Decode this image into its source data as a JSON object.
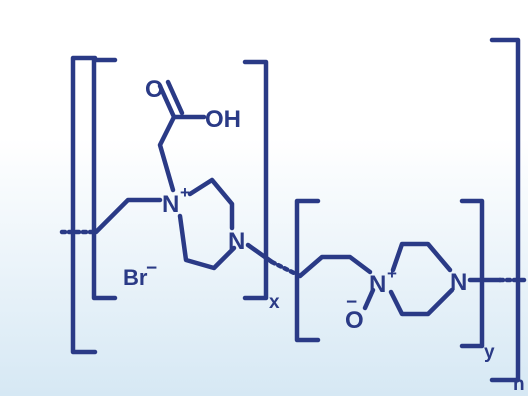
{
  "structure": {
    "atoms": {
      "carbonyl_oxygen": "O",
      "hydroxyl": "OH",
      "quaternary_nitrogen": "N",
      "quaternary_charge": "+",
      "piperazine_nitrogen": "N",
      "counterion": "Br",
      "counterion_charge": "−",
      "noxide_nitrogen": "N",
      "noxide_charge": "+",
      "noxide_oxygen": "O",
      "noxide_oxygen_charge": "−",
      "second_piperazine_nitrogen": "N"
    },
    "subscripts": {
      "x": "x",
      "y": "y",
      "n": "n"
    }
  },
  "colors": {
    "ink": "#2a3a86",
    "background_top": "#ffffff",
    "background_bottom": "#d6e8f4"
  }
}
